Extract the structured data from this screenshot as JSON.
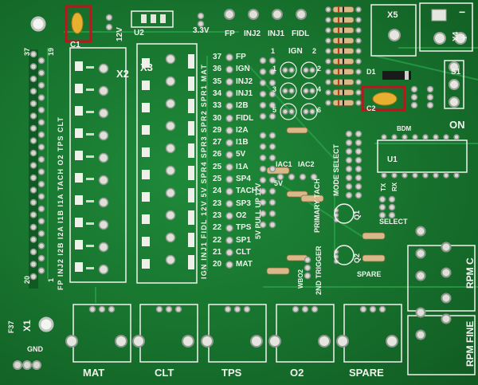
{
  "silkscreen": {
    "c1": "C1",
    "v12": "12V",
    "u2": "U2",
    "v33": "3.3V",
    "fp": "FP",
    "inj2": "INJ2",
    "inj1": "INJ1",
    "fidl": "FIDL",
    "x5": "X5",
    "minus": "−",
    "plus": "+",
    "x4": "X4",
    "n37": "37",
    "n19": "19",
    "n20": "20",
    "n1": "1",
    "x2": "X2",
    "x3": "X3",
    "ign_top": "IGN",
    "n1b": "1",
    "n2b": "2",
    "d1": "D1",
    "s1": "S1",
    "c2": "C2",
    "bdm": "BDM",
    "on": "ON",
    "u1": "U1",
    "mode_select": "MODE SELECT",
    "iac1": "IAC1",
    "iac2": "IAC2",
    "v5": "5V",
    "pullup": "5V PULL UP 12V",
    "primary_tach": "PRIMARY TACH",
    "trigger": "2ND TRIGGER",
    "select": "SELECT",
    "tx": "TX",
    "rx": "RX",
    "q1": "Q1",
    "q2": "Q2",
    "spare_lbl": "SPARE",
    "wbo2": "WBO2",
    "rpm_c": "RPM C",
    "rpm_fine": "RPM FINE",
    "f37": "F37",
    "x1": "X1",
    "gnd": "GND",
    "mat": "MAT",
    "clt": "CLT",
    "tps": "TPS",
    "o2": "O2",
    "spare": "SPARE",
    "left_header": "FP INJ2 I2B I2A I1B I1A TACH O2 TPS CLT",
    "col2": "IGN INJ1 FIDL 12V 5V SPR4 SPR3 SPR2 SPR1 MAT"
  },
  "pins": [
    {
      "n": "37",
      "name": "FP"
    },
    {
      "n": "36",
      "name": "IGN"
    },
    {
      "n": "35",
      "name": "INJ2"
    },
    {
      "n": "34",
      "name": "INJ1"
    },
    {
      "n": "33",
      "name": "I2B"
    },
    {
      "n": "30",
      "name": "FIDL"
    },
    {
      "n": "29",
      "name": "I2A"
    },
    {
      "n": "27",
      "name": "I1B"
    },
    {
      "n": "26",
      "name": "5V"
    },
    {
      "n": "25",
      "name": "I1A"
    },
    {
      "n": "25",
      "name": "SP4"
    },
    {
      "n": "24",
      "name": "TACH"
    },
    {
      "n": "23",
      "name": "SP3"
    },
    {
      "n": "23",
      "name": "O2"
    },
    {
      "n": "22",
      "name": "TPS"
    },
    {
      "n": "22",
      "name": "SP1"
    },
    {
      "n": "21",
      "name": "CLT"
    },
    {
      "n": "20",
      "name": "MAT"
    }
  ],
  "right_numbers": [
    "1",
    "2",
    "3",
    "4",
    "5",
    "6"
  ],
  "colors": {
    "board": "#17722d",
    "silk": "#f2f2ee",
    "highlight": "#c0141c",
    "pad": "#d9d9d2",
    "capacitor": "#e8b030"
  }
}
